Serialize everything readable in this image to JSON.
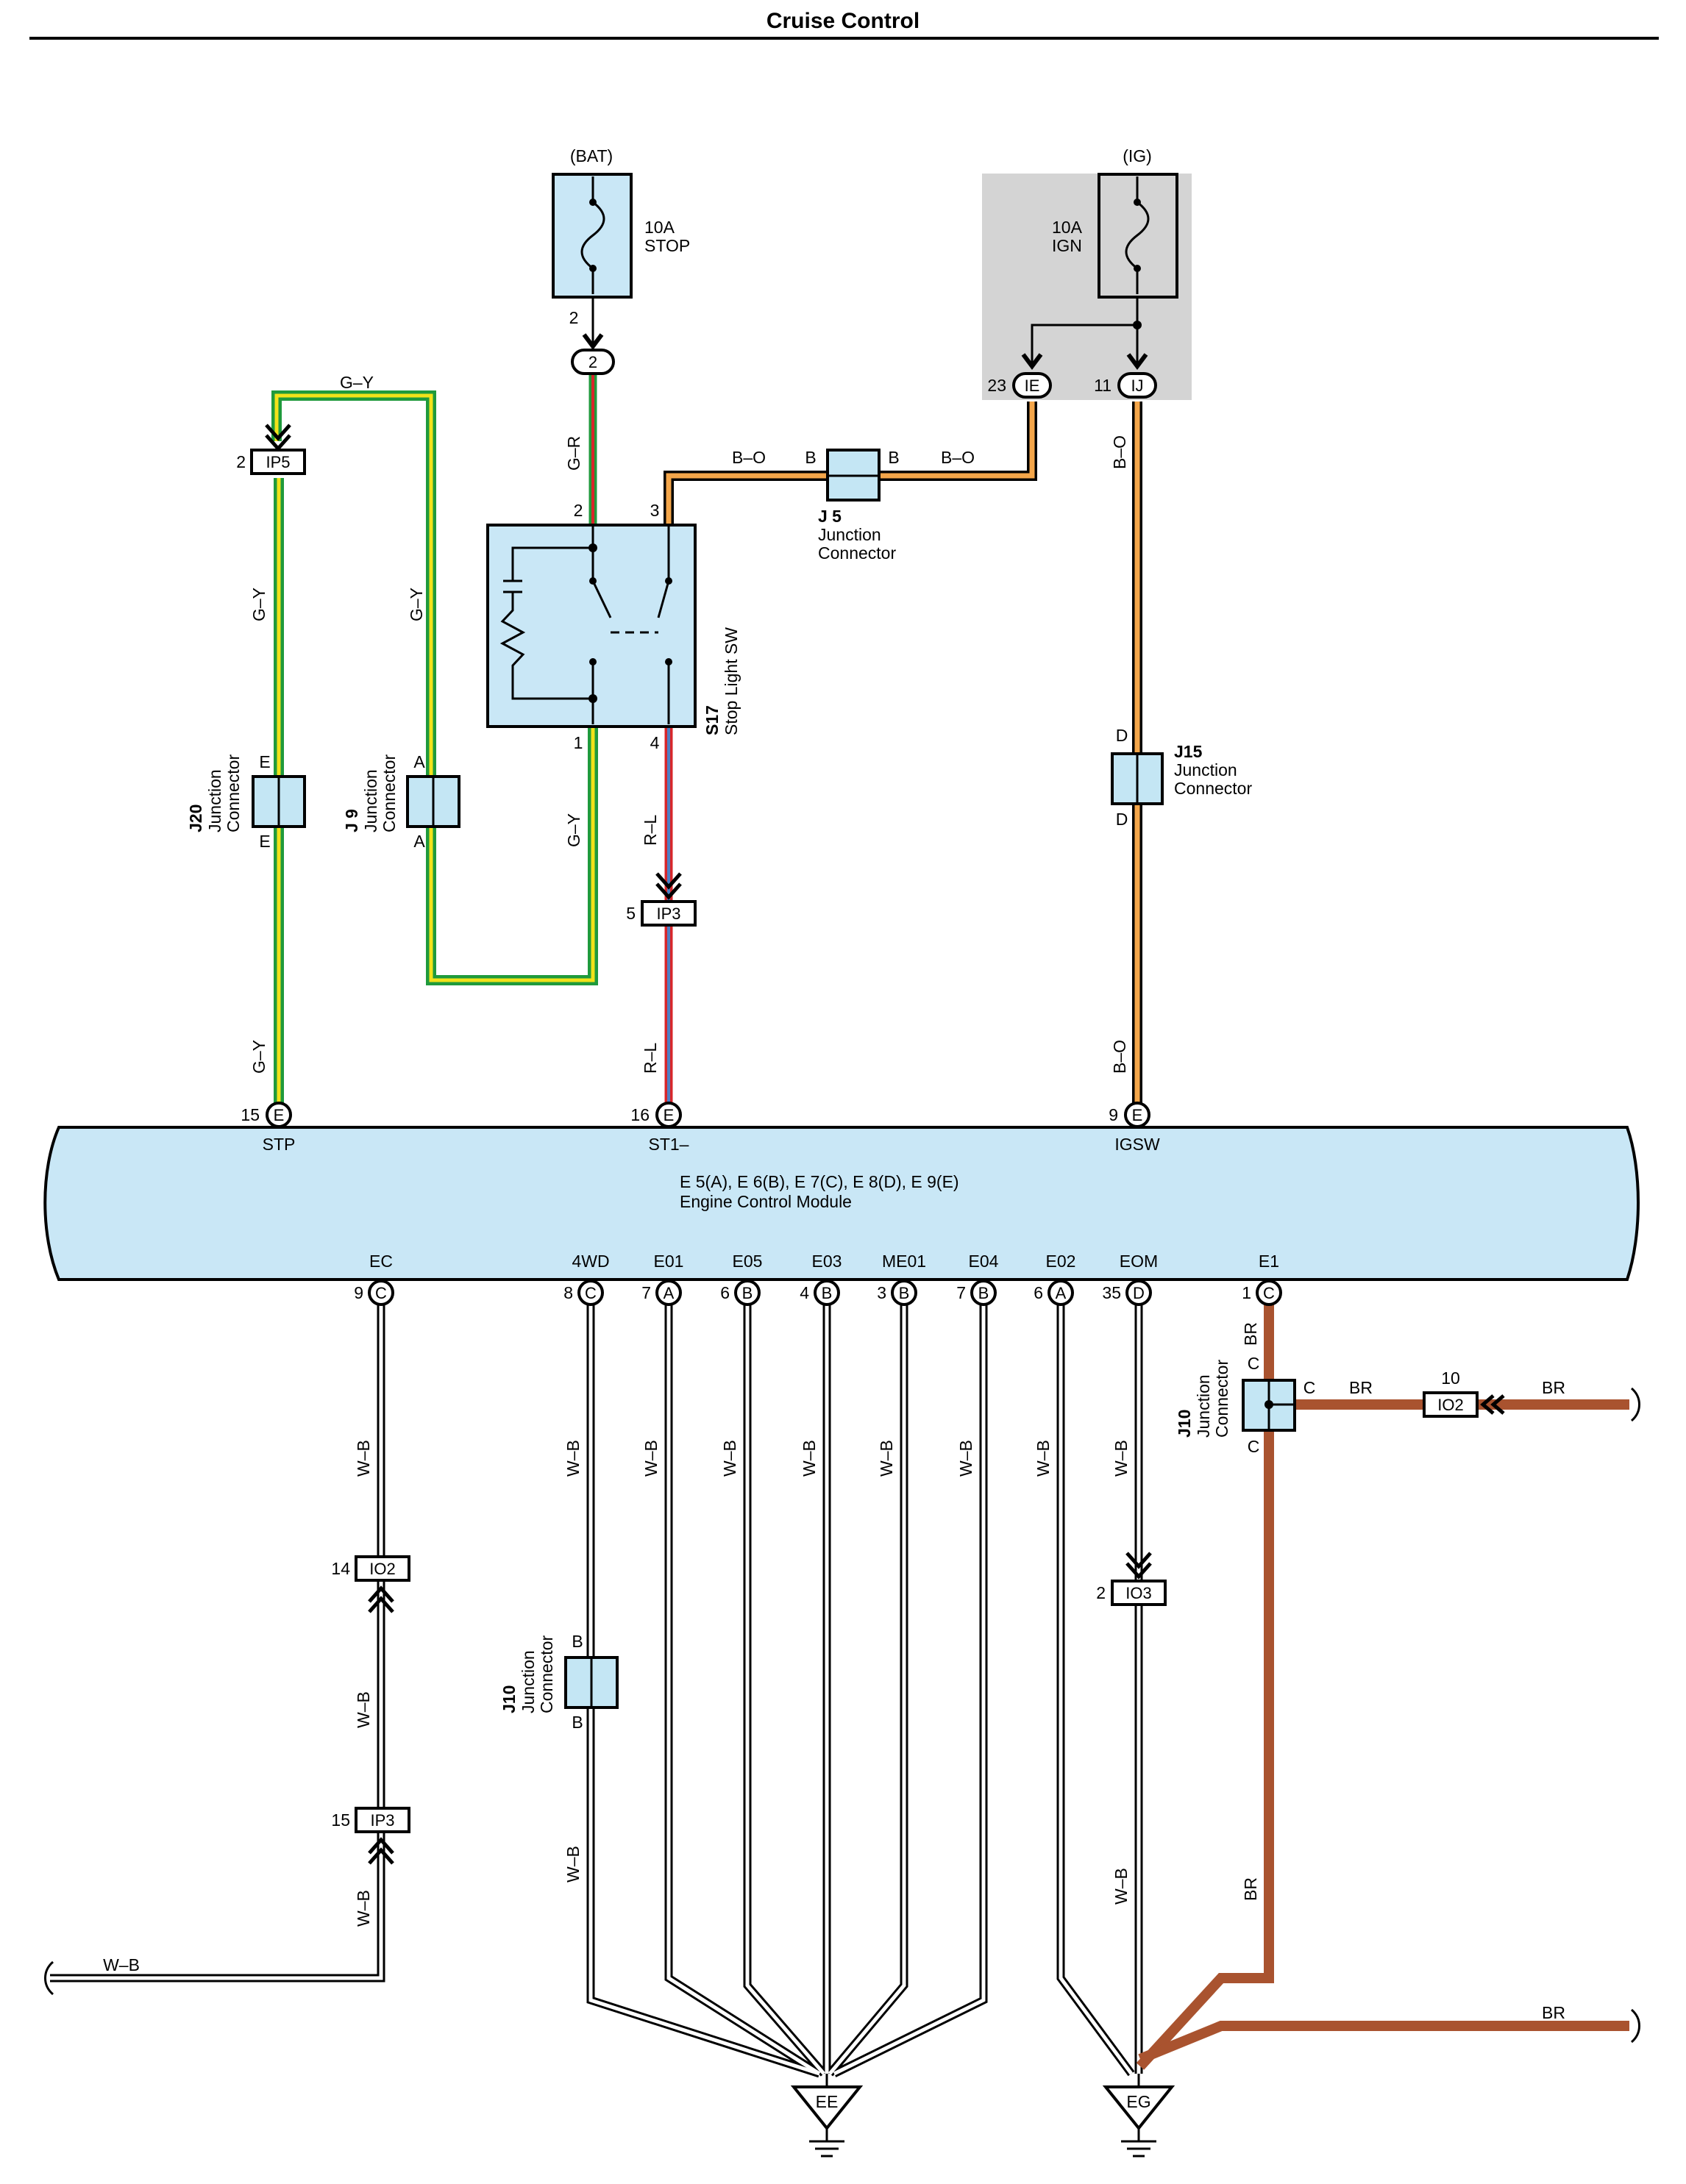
{
  "title": "Cruise Control",
  "power": {
    "bat_label": "(BAT)",
    "ig_label": "(IG)",
    "fuse_stop_amp": "10A",
    "fuse_stop_name": "STOP",
    "fuse_ign_amp": "10A",
    "fuse_ign_name": "IGN"
  },
  "connectors": {
    "c2": "2",
    "ie": "IE",
    "ij": "IJ",
    "ip5": "IP5",
    "ip3_top": "IP3",
    "ip3_bottom": "IP3",
    "io2_left": "IO2",
    "io2_right": "IO2",
    "io3": "IO3"
  },
  "pins": {
    "p2_fuse": "2",
    "ie_pin": "23",
    "ij_pin": "11",
    "ip5_pin": "2",
    "sw_2": "2",
    "sw_3": "3",
    "sw_1": "1",
    "sw_4": "4",
    "ip3_pin": "5",
    "ecm_stp": "15",
    "ecm_st1": "16",
    "ecm_igsw": "9",
    "ec": "9",
    "fourwd": "8",
    "e01": "7",
    "e05": "6",
    "e03": "4",
    "me01": "3",
    "e04": "7",
    "e02": "6",
    "eom": "35",
    "e1": "1",
    "io2_left": "14",
    "ip3_bottom": "15",
    "io3_pin": "2",
    "io2_right": "10"
  },
  "wires": {
    "gy": "G–Y",
    "gr": "G–R",
    "bo": "B–O",
    "rl": "R–L",
    "wb": "W–B",
    "br": "BR"
  },
  "components": {
    "s17_id": "S17",
    "s17_name": "Stop Light SW",
    "j5_id": "J 5",
    "j5_name1": "Junction",
    "j5_name2": "Connector",
    "j15_id": "J15",
    "j15_name1": "Junction",
    "j15_name2": "Connector",
    "j20_id": "J20",
    "j9_id": "J 9",
    "j10_id": "J10",
    "jc1": "Junction",
    "jc2": "Connector"
  },
  "junction_letters": {
    "b": "B",
    "d": "D",
    "e": "E",
    "a": "A",
    "c": "C"
  },
  "ecm": {
    "connectors": "E 5(A), E 6(B), E 7(C), E 8(D), E 9(E)",
    "name": "Engine Control Module",
    "terminals_top": [
      "STP",
      "ST1–",
      "IGSW"
    ],
    "terminals_bottom": [
      "EC",
      "4WD",
      "E01",
      "E05",
      "E03",
      "ME01",
      "E04",
      "E02",
      "EOM",
      "E1"
    ],
    "conn_top": [
      "E",
      "E",
      "E"
    ],
    "conn_bottom": [
      "C",
      "C",
      "A",
      "B",
      "B",
      "B",
      "B",
      "A",
      "D",
      "C"
    ]
  },
  "grounds": {
    "ee": "EE",
    "eg": "EG"
  },
  "colors": {
    "green": "#1f9a3c",
    "yellow": "#f2e21a",
    "red": "#d7262a",
    "orange": "#f4a64a",
    "blue": "#4f7fc4",
    "brown": "#a9532f",
    "ecm_fill": "#c9e7f6",
    "connector_fill": "#c4e6f4",
    "ig_box": "#d4d4d4"
  }
}
